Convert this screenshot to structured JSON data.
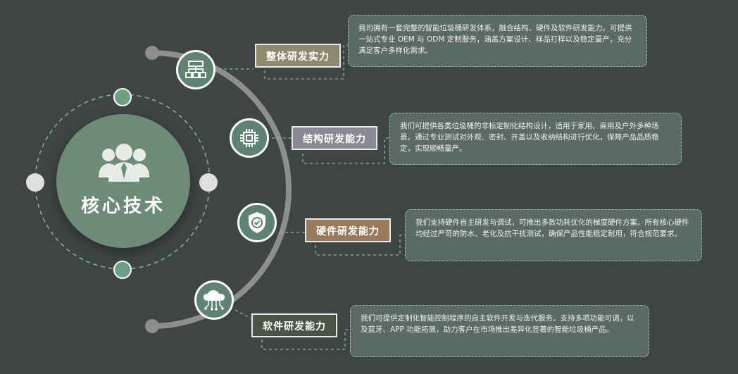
{
  "center": {
    "title": "核心技术",
    "icon": "users-icon"
  },
  "items": [
    {
      "label": "整体研发实力",
      "icon": "layout-blocks-icon",
      "label_color": "#8c8a6e",
      "desc": "我司拥有一套完整的智能垃圾桶研发体系，融合结构、硬件及软件研发能力。可提供一站式专业 OEM 与 ODM 定制服务，涵盖方案设计、样品打样以及稳定量产，充分满足客户多样化需求。"
    },
    {
      "label": "结构研发能力",
      "icon": "chip-icon",
      "label_color": "#8a8a96",
      "desc": "我们可提供各类垃圾桶的非标定制化结构设计，适用于家用、商用及户外多种场景。通过专业测试对外观、密封、开盖以及收纳结构进行优化，保障产品品质稳定，实现顺畅量产。"
    },
    {
      "label": "硬件研发能力",
      "icon": "shield-check-icon",
      "label_color": "#9a7a5c",
      "desc": "我们支持硬件自主研发与调试，可推出多款功耗优化的梯度硬件方案。所有核心硬件均经过严苛的防水、老化及抗干扰测试，确保产品性能稳定耐用，符合规范要求。"
    },
    {
      "label": "软件研发能力",
      "icon": "cloud-circuit-icon",
      "label_color": "#4a5548",
      "desc": "我们可提供定制化智能控制程序的自主软件开发与迭代服务。支持多项功能可调，以及蓝牙、APP 功能拓展，助力客户在市场推出差异化显著的智能垃圾桶产品。"
    }
  ],
  "colors": {
    "background": "#3f4544",
    "accent": "#6e8b78",
    "dash": "#7fb59c"
  }
}
